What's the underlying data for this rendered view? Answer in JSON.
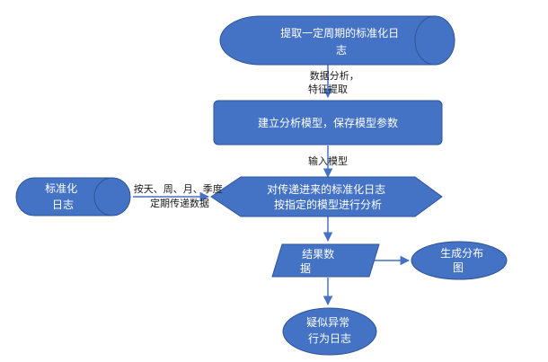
{
  "nodes": {
    "extract": {
      "lines": [
        "提取一定周期的标准化日",
        "志"
      ]
    },
    "build_model": {
      "lines": [
        "建立分析模型，保存模型参数"
      ]
    },
    "analyze": {
      "lines": [
        "对传递进来的标准化日志",
        "按指定的模型进行分析"
      ]
    },
    "storage": {
      "lines": [
        "标准化",
        "日志"
      ]
    },
    "result": {
      "lines": [
        "结果数",
        "据"
      ]
    },
    "distribution": {
      "lines": [
        "生成分布",
        "图"
      ]
    },
    "anomaly": {
      "lines": [
        "疑似异常",
        "行为日志"
      ]
    }
  },
  "edge_labels": {
    "extract_to_model": [
      "数据分析，",
      "特征提取"
    ],
    "model_to_analyze": [
      "输入模型"
    ],
    "storage_to_analyze": [
      "按天、周、月、季度",
      "定期传递数据"
    ]
  },
  "colors": {
    "fill": "#4472c4",
    "stroke": "#2f5597",
    "arrow": "#4472c4",
    "text": "#ffffff"
  }
}
